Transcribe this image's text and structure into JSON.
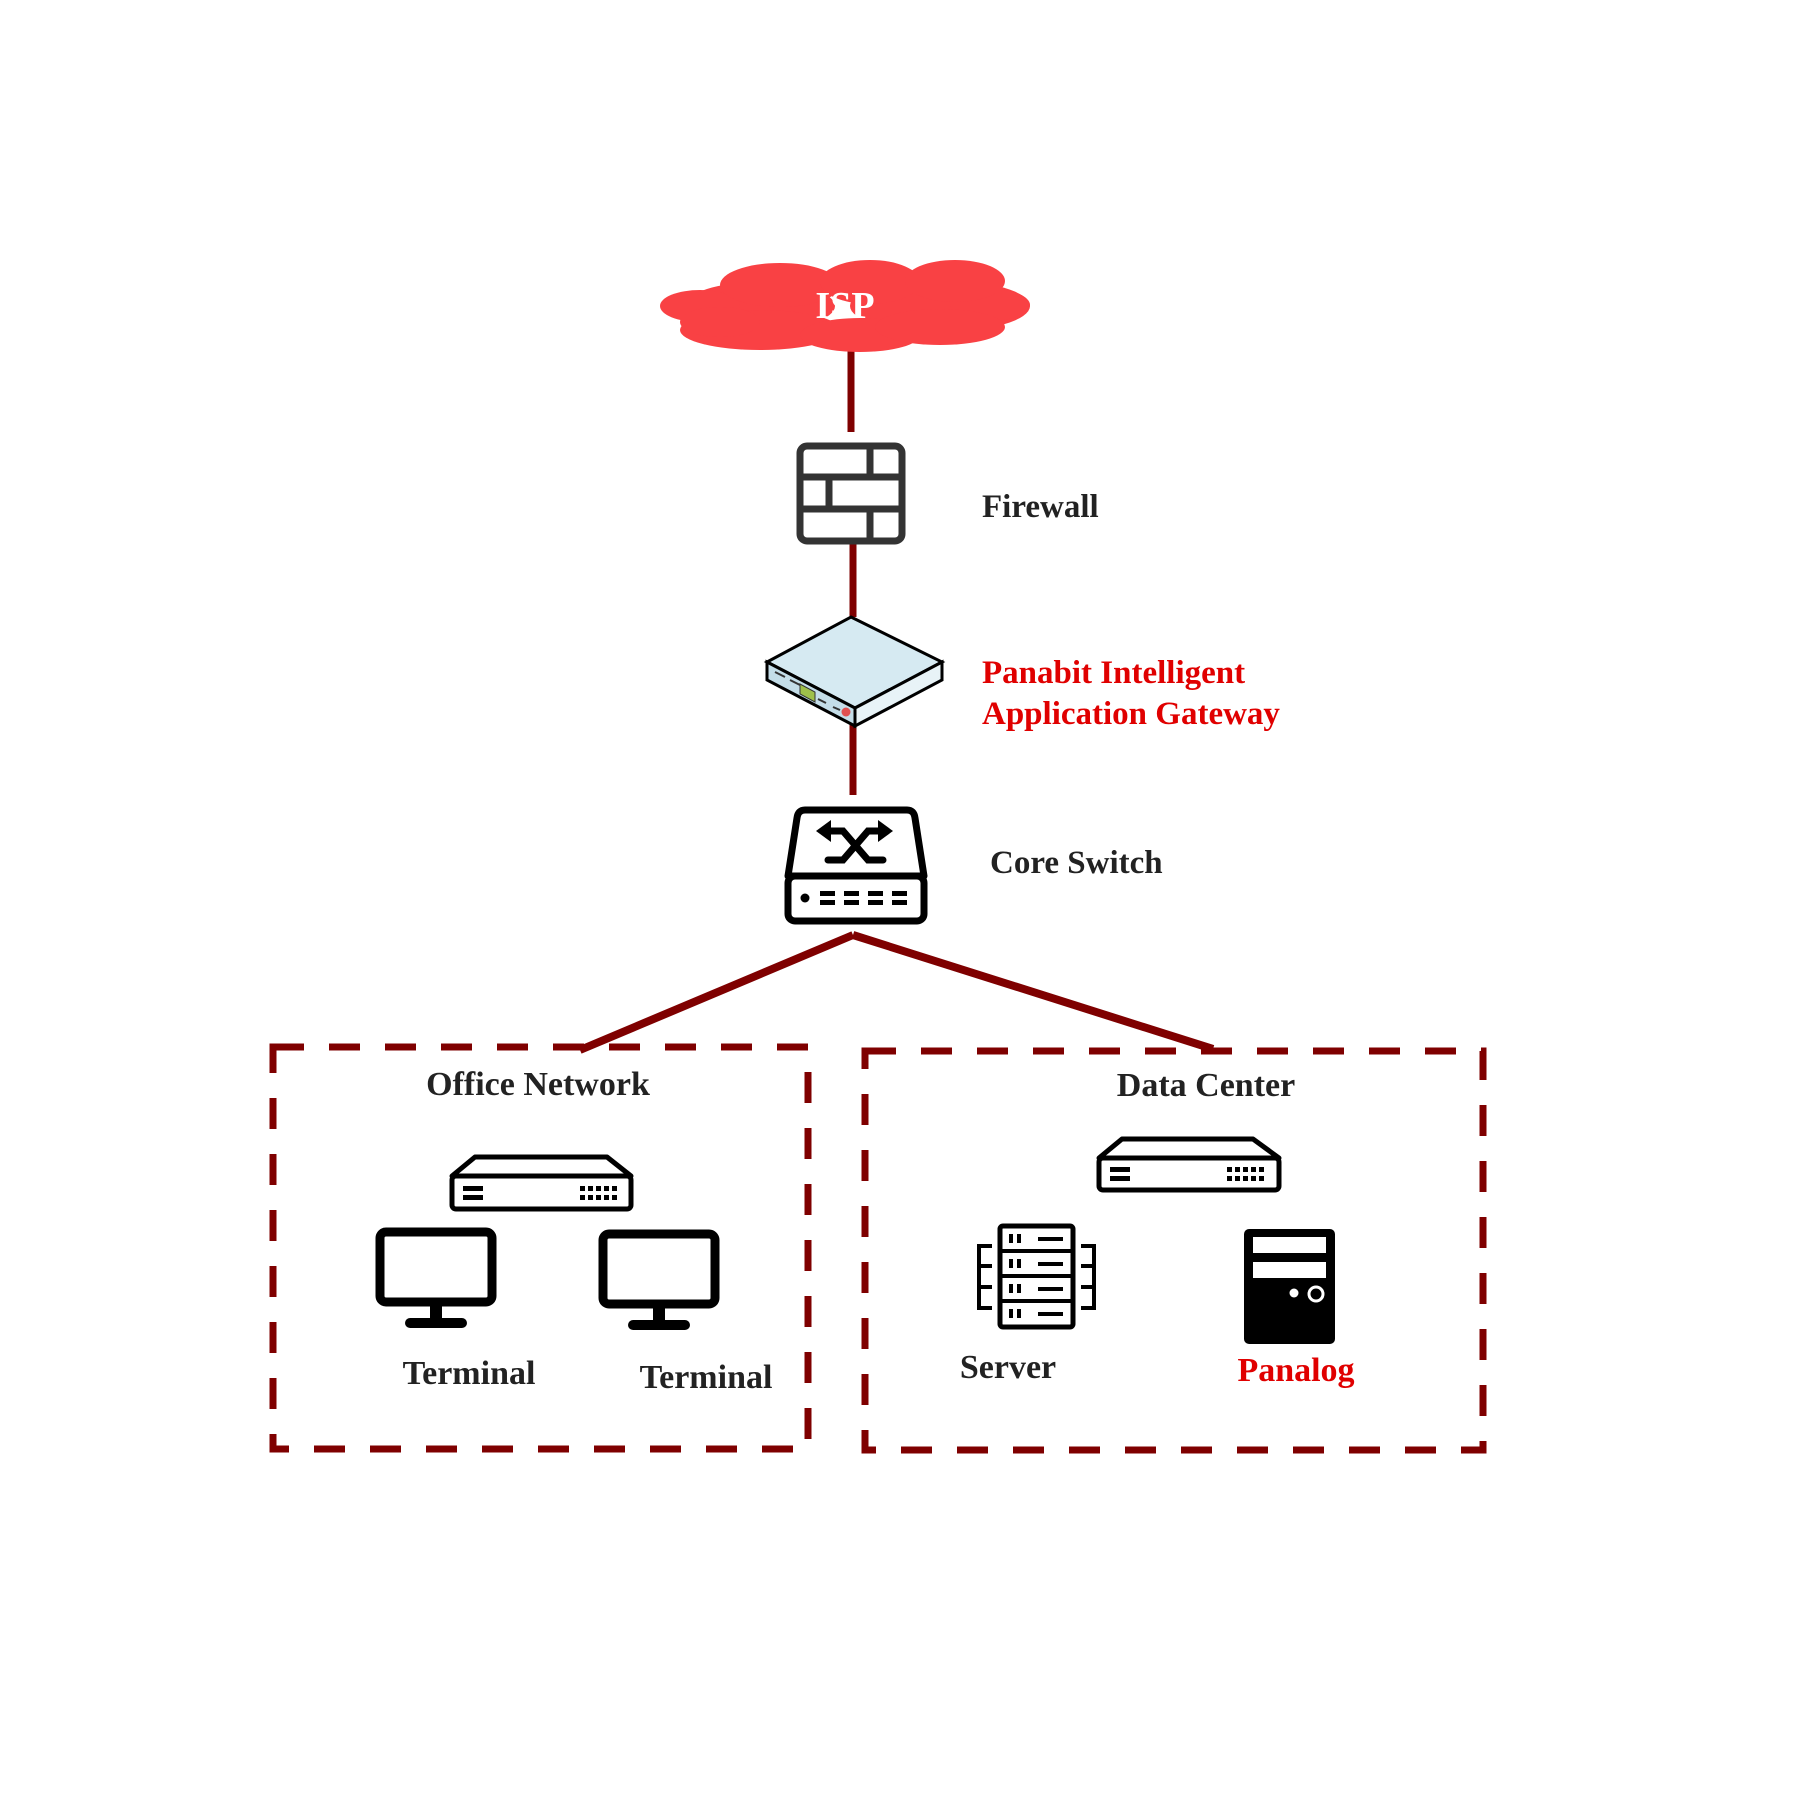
{
  "diagram": {
    "type": "network-topology",
    "colors": {
      "link": "#7f0000",
      "cloud": "#f94144",
      "label_dark": "#222222",
      "label_highlight": "#e00000",
      "icon": "#000000"
    },
    "nodes": {
      "isp": {
        "label": "ISP",
        "icon": "cloud-icon"
      },
      "firewall": {
        "label": "Firewall",
        "icon": "firewall-icon"
      },
      "gateway": {
        "label_line1": "Panabit Intelligent",
        "label_line2": "Application Gateway",
        "icon": "gateway-appliance-icon",
        "highlight": true
      },
      "core_switch": {
        "label": "Core Switch",
        "icon": "core-switch-icon"
      }
    },
    "groups": {
      "office": {
        "title": "Office Network",
        "switch_icon": "switch-icon",
        "members": [
          {
            "label": "Terminal",
            "icon": "monitor-icon"
          },
          {
            "label": "Terminal",
            "icon": "monitor-icon"
          }
        ]
      },
      "datacenter": {
        "title": "Data Center",
        "switch_icon": "switch-icon",
        "members": [
          {
            "label": "Server",
            "icon": "server-rack-icon",
            "highlight": false
          },
          {
            "label": "Panalog",
            "icon": "tower-server-icon",
            "highlight": true
          }
        ]
      }
    },
    "links": [
      {
        "from": "ISP",
        "to": "Firewall"
      },
      {
        "from": "Firewall",
        "to": "Panabit Intelligent Application Gateway"
      },
      {
        "from": "Panabit Intelligent Application Gateway",
        "to": "Core Switch"
      },
      {
        "from": "Core Switch",
        "to": "Office Network"
      },
      {
        "from": "Core Switch",
        "to": "Data Center"
      }
    ]
  }
}
